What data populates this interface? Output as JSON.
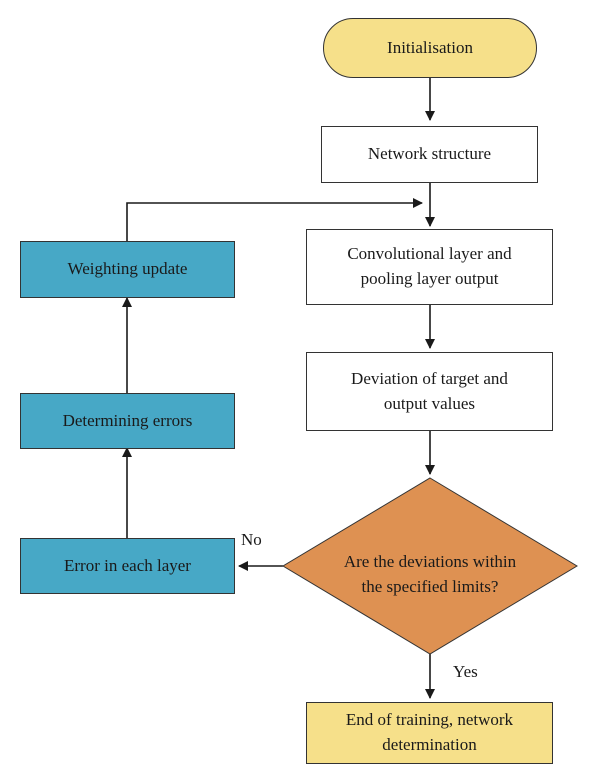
{
  "colors": {
    "start_fill": "#f6e08a",
    "process_fill": "#ffffff",
    "loop_fill": "#47a8c6",
    "decision_fill": "#de9152",
    "end_fill": "#f6e08a",
    "line": "#333333"
  },
  "nodes": {
    "start": "Initialisation",
    "network_structure": "Network structure",
    "conv_pool": "Convolutional layer and\npooling layer output",
    "deviation": "Deviation of target and\noutput values",
    "decision": "Are the deviations within\nthe specified limits?",
    "end": "End of training, network\ndetermination",
    "error_each_layer": "Error in each layer",
    "determining_errors": "Determining errors",
    "weighting_update": "Weighting update"
  },
  "edge_labels": {
    "no": "No",
    "yes": "Yes"
  }
}
